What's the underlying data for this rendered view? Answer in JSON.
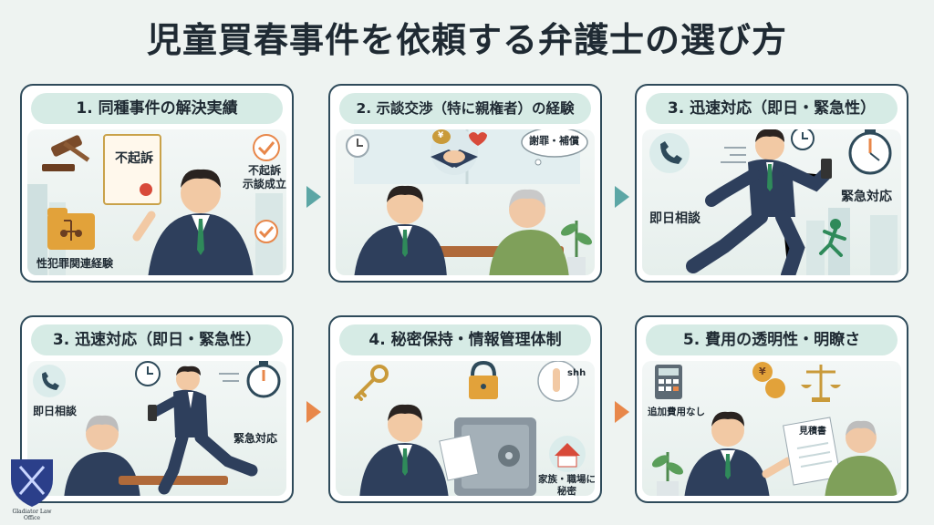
{
  "title": "児童買春事件を依頼する弁護士の選び方",
  "panels": [
    {
      "heading": "1. 同種事件の解決実績",
      "labels": {
        "certificate": "不起訴",
        "check_text": "不起訴\n示談成立",
        "folder_text": "性犯罪関連経験"
      }
    },
    {
      "heading": "2. 示談交渉（特に親権者）の経験",
      "labels": {
        "bubble": "謝罪・補償",
        "money": "¥"
      }
    },
    {
      "heading": "3. 迅速対応（即日・緊急性）",
      "labels": {
        "phone_text": "即日相談",
        "timer_text": "緊急対応"
      }
    },
    {
      "heading": "3. 迅速対応（即日・緊急性）",
      "labels": {
        "phone_text": "即日相談",
        "timer_text": "緊急対応"
      }
    },
    {
      "heading": "4. 秘密保持・情報管理体制",
      "labels": {
        "shh": "shh",
        "house_text": "家族・職場に\n秘密"
      }
    },
    {
      "heading": "5. 費用の透明性・明瞭さ",
      "labels": {
        "calc_text": "追加費用なし",
        "estimate": "見積書",
        "coin": "¥"
      }
    }
  ],
  "logo": {
    "text": "Gladiator Law Office"
  },
  "colors": {
    "suit": "#2e3f5c",
    "tie": "#2f8a5a",
    "accent_teal": "#5ca6a5",
    "accent_orange": "#e8874a",
    "head_bg": "#d6ebe5"
  }
}
